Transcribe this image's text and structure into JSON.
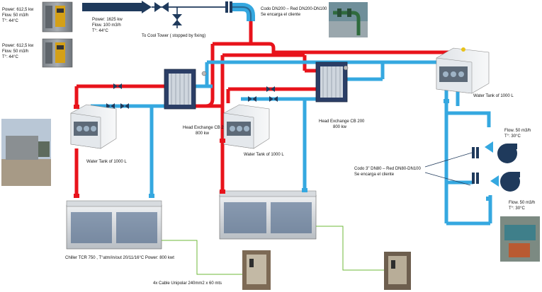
{
  "compressor_top": {
    "power": "Power: 612,5 kw",
    "flow": "Flow.    50 m3/h",
    "temp": "T°:        44°C"
  },
  "compressor_bottom": {
    "power": "Power: 612,5 kw",
    "flow": "Flow.   50 m3/h",
    "temp": "T°:       44°C"
  },
  "compressor_total": {
    "power": "Power: 1625 kw",
    "flow": "Flow.    100 m3/h",
    "temp": "T°:        44°C"
  },
  "cooltower_label": "To Cool Tower ( stopped by fixing)",
  "elbow_note": {
    "line1": "Codo DN200 – Red DN200-DN100",
    "line2": "Se encarga el cliente"
  },
  "hx_left": {
    "line1": "Head Exchange CB 200",
    "line2": "800 kw"
  },
  "hx_right": {
    "line1": "Head Exchange CB 200",
    "line2": "800 kw"
  },
  "tank_left_label": "Water Tank of  1000 L",
  "tank_mid_label": "Water Tank of  1000 L",
  "tank_right_label": "Water Tank of  1000 L",
  "pump_top": {
    "flow": "Flow.    50 m3/h",
    "temp": "T°:          30°C"
  },
  "pump_bottom": {
    "flow": "Flow.     50 m3/h",
    "temp": "T°:          30°C"
  },
  "pump_note": {
    "line1": "Codo 3\" DN80 – Red DN80-DN100",
    "line2": "Se encarga el cliente"
  },
  "chiller_label": "Chiller TCR 750 ,  T°atm/in/out 20/11/16°C  Power: 800 kwt",
  "cable_label": "4x Cable Unipolar 240mm2 x 60 mts",
  "colors": {
    "hot": "#e8131b",
    "cold": "#35a8e0",
    "navy": "#1f3a5c",
    "green": "#6fb83a"
  }
}
